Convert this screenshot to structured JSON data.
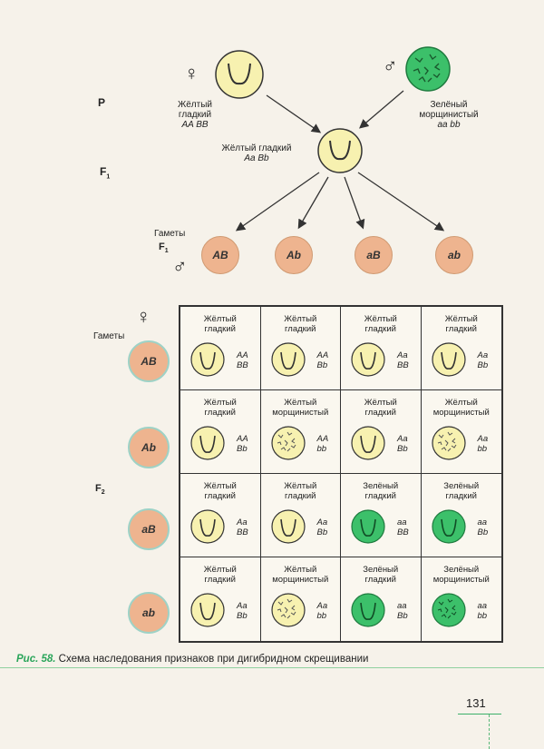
{
  "parents": {
    "row_label": "P",
    "female": {
      "sex_symbol": "♀",
      "phenotype": [
        "Жёлтый",
        "гладкий"
      ],
      "genotype": "AA BB"
    },
    "male": {
      "sex_symbol": "♂",
      "phenotype": [
        "Зелёный",
        "морщинистый"
      ],
      "genotype": "aa bb"
    }
  },
  "f1": {
    "row_label": "F",
    "row_sub": "1",
    "phenotype": "Жёлтый гладкий",
    "genotype": "Aa Bb"
  },
  "gametes_row": {
    "label": "Гаметы",
    "row_label": "F",
    "row_sub": "1",
    "sex_symbol": "♂",
    "items": [
      "AB",
      "Ab",
      "aB",
      "ab"
    ]
  },
  "punnett": {
    "female_symbol": "♀",
    "gametes_label": "Гаметы",
    "f2_label": "F",
    "f2_sub": "2",
    "side_gametes": [
      "AB",
      "Ab",
      "aB",
      "ab"
    ],
    "cells": [
      [
        {
          "phenotype": [
            "Жёлтый",
            "гладкий"
          ],
          "genotype": [
            "AA",
            "BB"
          ],
          "color": "yellow",
          "shape": "smooth"
        },
        {
          "phenotype": [
            "Жёлтый",
            "гладкий"
          ],
          "genotype": [
            "AA",
            "Bb"
          ],
          "color": "yellow",
          "shape": "smooth"
        },
        {
          "phenotype": [
            "Жёлтый",
            "гладкий"
          ],
          "genotype": [
            "Aa",
            "BB"
          ],
          "color": "yellow",
          "shape": "smooth"
        },
        {
          "phenotype": [
            "Жёлтый",
            "гладкий"
          ],
          "genotype": [
            "Aa",
            "Bb"
          ],
          "color": "yellow",
          "shape": "smooth"
        }
      ],
      [
        {
          "phenotype": [
            "Жёлтый",
            "гладкий"
          ],
          "genotype": [
            "AA",
            "Bb"
          ],
          "color": "yellow",
          "shape": "smooth"
        },
        {
          "phenotype": [
            "Жёлтый",
            "морщинистый"
          ],
          "genotype": [
            "AA",
            "bb"
          ],
          "color": "yellow",
          "shape": "wrinkled"
        },
        {
          "phenotype": [
            "Жёлтый",
            "гладкий"
          ],
          "genotype": [
            "Aa",
            "Bb"
          ],
          "color": "yellow",
          "shape": "smooth"
        },
        {
          "phenotype": [
            "Жёлтый",
            "морщинистый"
          ],
          "genotype": [
            "Aa",
            "bb"
          ],
          "color": "yellow",
          "shape": "wrinkled"
        }
      ],
      [
        {
          "phenotype": [
            "Жёлтый",
            "гладкий"
          ],
          "genotype": [
            "Aa",
            "BB"
          ],
          "color": "yellow",
          "shape": "smooth"
        },
        {
          "phenotype": [
            "Жёлтый",
            "гладкий"
          ],
          "genotype": [
            "Aa",
            "Bb"
          ],
          "color": "yellow",
          "shape": "smooth"
        },
        {
          "phenotype": [
            "Зелёный",
            "гладкий"
          ],
          "genotype": [
            "aa",
            "BB"
          ],
          "color": "green",
          "shape": "smooth"
        },
        {
          "phenotype": [
            "Зелёный",
            "гладкий"
          ],
          "genotype": [
            "aa",
            "Bb"
          ],
          "color": "green",
          "shape": "smooth"
        }
      ],
      [
        {
          "phenotype": [
            "Жёлтый",
            "гладкий"
          ],
          "genotype": [
            "Aa",
            "Bb"
          ],
          "color": "yellow",
          "shape": "smooth"
        },
        {
          "phenotype": [
            "Жёлтый",
            "морщинистый"
          ],
          "genotype": [
            "Aa",
            "bb"
          ],
          "color": "yellow",
          "shape": "wrinkled"
        },
        {
          "phenotype": [
            "Зелёный",
            "гладкий"
          ],
          "genotype": [
            "aa",
            "Bb"
          ],
          "color": "green",
          "shape": "smooth"
        },
        {
          "phenotype": [
            "Зелёный",
            "морщинистый"
          ],
          "genotype": [
            "aa",
            "bb"
          ],
          "color": "green",
          "shape": "wrinkled"
        }
      ]
    ]
  },
  "caption": {
    "figure_label": "Рис. 58.",
    "text": " Схема наследования признаков при дигибридном скрещивании"
  },
  "page_number": "131",
  "colors": {
    "yellow": "#f7f1b0",
    "green": "#3cc06a",
    "gamete": "#eeb48f",
    "accent": "#2aa55a"
  }
}
